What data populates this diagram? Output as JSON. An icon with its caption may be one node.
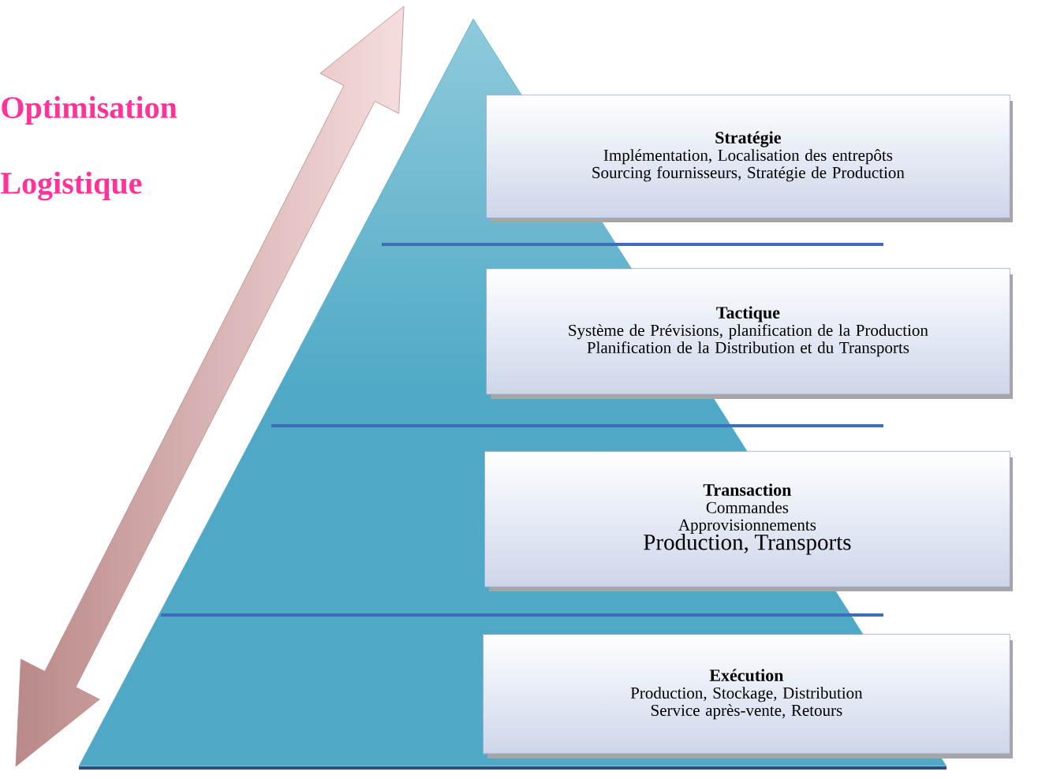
{
  "diagram": {
    "nodes": [
      {
        "text": [
          "Stratégie",
          "Implémentation, Localisation des entrepôts",
          "Sourcing fournisseurs, Stratégie de Production"
        ]
      },
      {
        "text": [
          "Tactique",
          "Système de Prévisions, planification de la Production",
          "Planification de la Distribution et du Transports"
        ]
      },
      {
        "text": [
          "Transaction",
          "Commandes",
          "Approvisionnements",
          "Production, Transports"
        ]
      },
      {
        "text": [
          "Exécution",
          "Production, Stockage, Distribution",
          "Service après-vente, Retours"
        ]
      }
    ],
    "labels": [
      "Optimisation",
      "Logistique"
    ]
  }
}
